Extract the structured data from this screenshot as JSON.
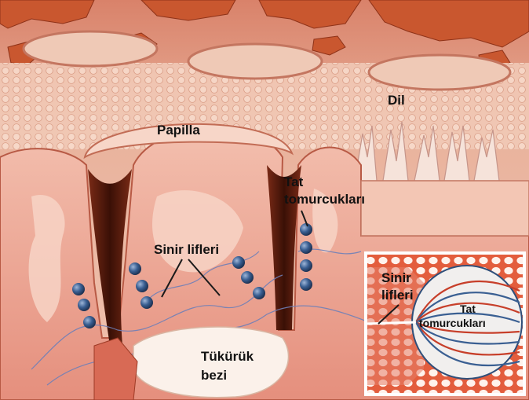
{
  "illustration": {
    "description_icon": "tongue-taste-bud-anatomy-illustration"
  },
  "labels": {
    "papilla": "Papilla",
    "dil": "Dil",
    "tat_tomurcuklari_line1": "Tat",
    "tat_tomurcuklari_line2": "tomurcukları",
    "sinir_lifleri": "Sinir lifleri",
    "tukuruk_line1": "Tükürük",
    "tukuruk_line2": "bezi",
    "inset_sinir_line1": "Sinir",
    "inset_sinir_line2": "lifleri",
    "inset_tat_line1": "Tat",
    "inset_tat_line2": "tomurcukları"
  },
  "colors": {
    "tissue_light": "#f4b9a6",
    "tissue_mid": "#e88e7a",
    "tissue_dark": "#b5432b",
    "surface": "#e9c0a8",
    "taste_bud": "#2f4f7a",
    "nerve": "#6e7fb8",
    "inset_frame": "#ffffff"
  }
}
